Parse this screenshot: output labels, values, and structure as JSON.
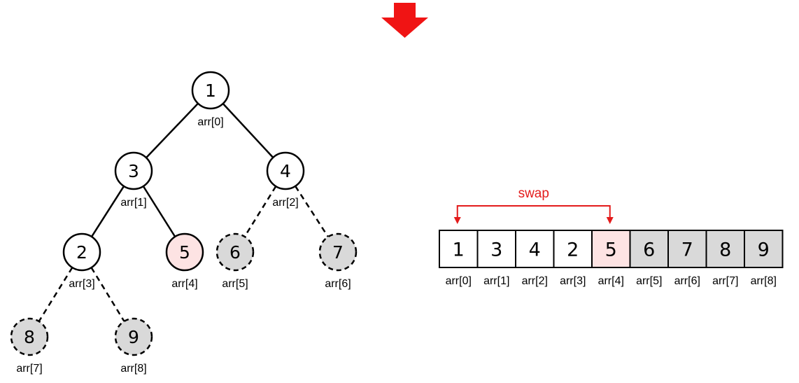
{
  "colors": {
    "arrow": "#f01414",
    "highlight_fill": "#fde3e3",
    "sorted_fill": "#d9d9d9",
    "normal_fill": "#ffffff",
    "stroke": "#000000",
    "swap": "#e31b1b"
  },
  "tree": {
    "nodes": [
      {
        "value": "1",
        "label": "arr[0]",
        "state": "normal"
      },
      {
        "value": "3",
        "label": "arr[1]",
        "state": "normal"
      },
      {
        "value": "4",
        "label": "arr[2]",
        "state": "normal"
      },
      {
        "value": "2",
        "label": "arr[3]",
        "state": "normal"
      },
      {
        "value": "5",
        "label": "arr[4]",
        "state": "highlight"
      },
      {
        "value": "6",
        "label": "arr[5]",
        "state": "sorted"
      },
      {
        "value": "7",
        "label": "arr[6]",
        "state": "sorted"
      },
      {
        "value": "8",
        "label": "arr[7]",
        "state": "sorted"
      },
      {
        "value": "9",
        "label": "arr[8]",
        "state": "sorted"
      }
    ],
    "edges": [
      {
        "from": 0,
        "to": 1,
        "style": "solid"
      },
      {
        "from": 0,
        "to": 2,
        "style": "solid"
      },
      {
        "from": 1,
        "to": 3,
        "style": "solid"
      },
      {
        "from": 1,
        "to": 4,
        "style": "solid"
      },
      {
        "from": 2,
        "to": 5,
        "style": "dashed"
      },
      {
        "from": 2,
        "to": 6,
        "style": "dashed"
      },
      {
        "from": 3,
        "to": 7,
        "style": "dashed"
      },
      {
        "from": 3,
        "to": 8,
        "style": "dashed"
      }
    ]
  },
  "array": {
    "cells": [
      {
        "value": "1",
        "label": "arr[0]",
        "state": "normal"
      },
      {
        "value": "3",
        "label": "arr[1]",
        "state": "normal"
      },
      {
        "value": "4",
        "label": "arr[2]",
        "state": "normal"
      },
      {
        "value": "2",
        "label": "arr[3]",
        "state": "normal"
      },
      {
        "value": "5",
        "label": "arr[4]",
        "state": "highlight"
      },
      {
        "value": "6",
        "label": "arr[5]",
        "state": "sorted"
      },
      {
        "value": "7",
        "label": "arr[6]",
        "state": "sorted"
      },
      {
        "value": "8",
        "label": "arr[7]",
        "state": "sorted"
      },
      {
        "value": "9",
        "label": "arr[8]",
        "state": "sorted"
      }
    ],
    "swap": {
      "label": "swap",
      "from": 0,
      "to": 4
    }
  }
}
